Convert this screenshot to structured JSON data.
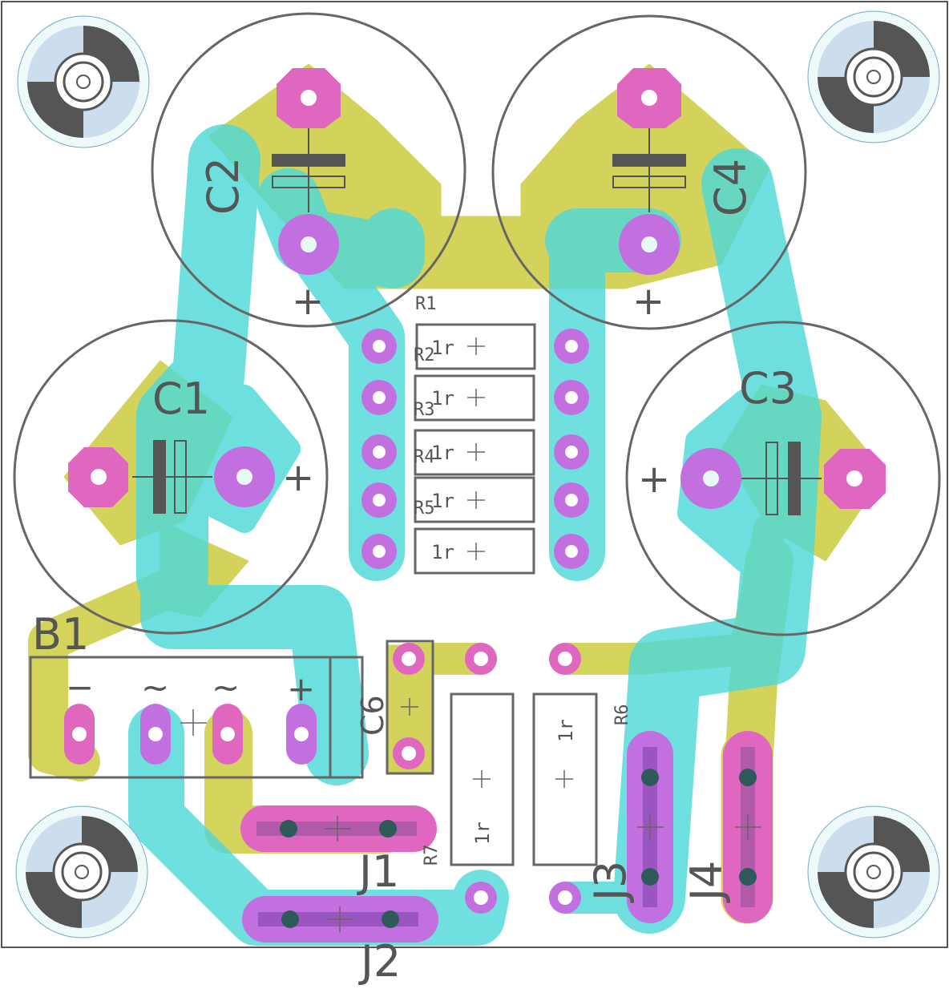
{
  "colors": {
    "top_copper": "#cfcf4a",
    "bottom_copper": "#4fd8d8",
    "pad_top": "#e067c0",
    "pad_bottom": "#c26fe0",
    "silkscreen": "#555555",
    "outline": "#666666",
    "drill": "#ffffff"
  },
  "labels": {
    "c1": "C1",
    "c2": "C2",
    "c3": "C3",
    "c4": "C4",
    "c6": "C6",
    "b1": "B1",
    "j1": "J1",
    "j2": "J2",
    "j3": "J3",
    "j4": "J4",
    "r1": "R1",
    "r2": "R2",
    "r3": "R3",
    "r4": "R4",
    "r5": "R5",
    "r6": "R6",
    "r7": "R7"
  },
  "resistor_value": "1r",
  "bridge_pins": [
    "−",
    "~",
    "~",
    "+"
  ],
  "plus_sign": "+"
}
